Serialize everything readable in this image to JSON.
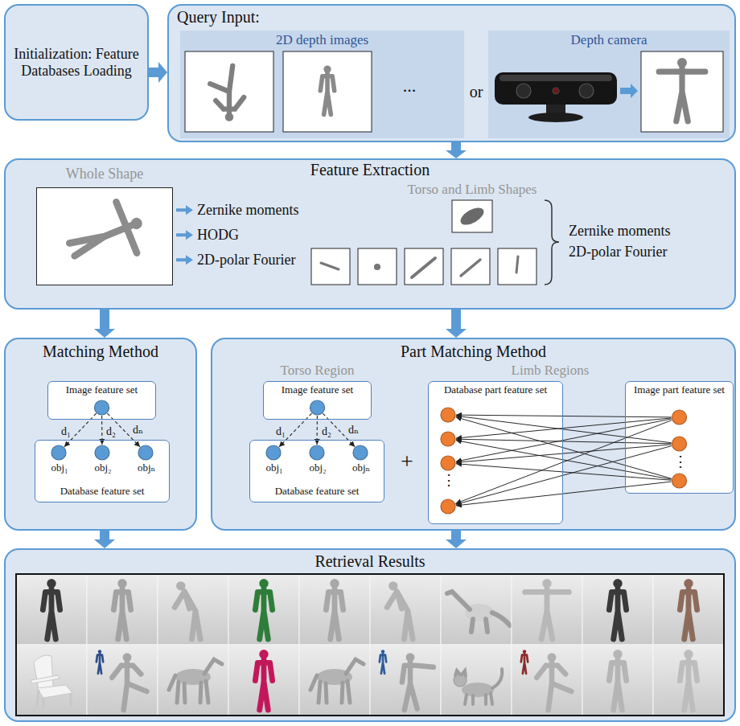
{
  "diagram": {
    "nodes": [
      {
        "text": [
          "Initialization: Feature Databases Loading"
        ]
      },
      {
        "text": [
          "Query Input:"
        ]
      },
      {
        "text": [
          "2D depth images"
        ],
        "in": 1
      },
      {
        "text": [
          "Depth camera"
        ],
        "in": 1
      },
      {
        "text": [
          "Feature Extraction"
        ]
      },
      {
        "text": [
          "Whole Shape"
        ],
        "in": 4
      },
      {
        "text": [
          "Matching Method"
        ]
      },
      {
        "text": [
          "Image feature set"
        ],
        "in": 6
      },
      {
        "text": [
          "Database feature set"
        ],
        "in": 6
      },
      {
        "text": [
          "Part Matching Method"
        ]
      },
      {
        "text": [
          "Image feature set"
        ],
        "in": 9
      },
      {
        "text": [
          "Database feature set"
        ],
        "in": 9
      },
      {
        "text": [
          "Database part feature set"
        ],
        "in": 9
      },
      {
        "text": [
          "Image part feature set"
        ],
        "in": 9
      },
      {
        "text": [
          "Retrieval Results"
        ]
      }
    ],
    "edges": [
      {
        "from": 0,
        "to": 1,
        "arrow": "to"
      },
      {
        "from": 1,
        "to": 4,
        "arrow": "to"
      },
      {
        "from": 4,
        "to": 6,
        "arrow": "to"
      },
      {
        "from": 4,
        "to": 9,
        "arrow": "to"
      },
      {
        "from": 6,
        "to": 14,
        "arrow": "to"
      },
      {
        "from": 9,
        "to": 14,
        "arrow": "to"
      }
    ],
    "labels": [
      "...",
      "or",
      "Zernike moments",
      "HODG",
      "2D-polar Fourier",
      "Torso and Limb Shapes",
      "Zernike moments",
      "2D-polar Fourier",
      "d₁",
      "d₂",
      "dₙ",
      "obj₁",
      "obj₂",
      "objₙ",
      "Torso Region",
      "d₁",
      "d₂",
      "dₙ",
      "obj₁",
      "obj₂",
      "objₙ",
      "+",
      "Limb Regions",
      "⋮",
      "⋮"
    ]
  }
}
